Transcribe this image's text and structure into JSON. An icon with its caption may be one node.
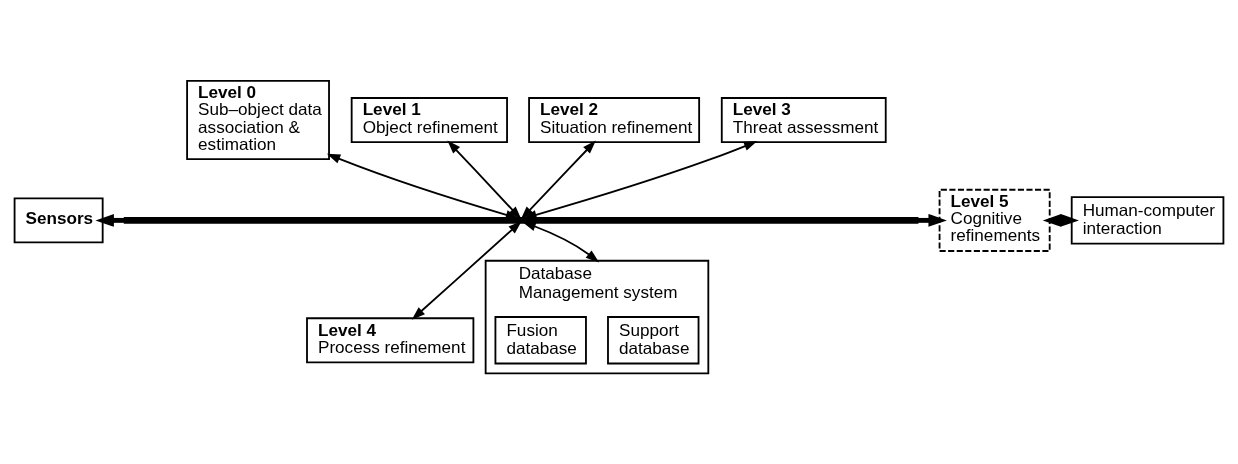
{
  "diagram": {
    "nodes": [
      {
        "text": [
          "Sensors"
        ]
      },
      {
        "text": [],
        "shape": "bar"
      },
      {
        "text": [
          "Level 0",
          "Sub–object data association & estimation"
        ]
      },
      {
        "text": [
          "Level 1",
          "Object refinement"
        ]
      },
      {
        "text": [
          "Level 2",
          "Situation refinement"
        ]
      },
      {
        "text": [
          "Level 3",
          "Threat assessment"
        ]
      },
      {
        "text": [
          "Level 4",
          "Process refinement"
        ]
      },
      {
        "text": [
          "Database Management system"
        ]
      },
      {
        "text": [
          "Support database"
        ],
        "in": 7
      },
      {
        "text": [
          "Fusion database"
        ],
        "in": 7
      },
      {
        "text": [
          "Level 5",
          "Cognitive refinements"
        ]
      },
      {
        "text": [
          "Human-computer interaction"
        ]
      }
    ],
    "edges": [
      {
        "from": 1,
        "to": 0,
        "arrow": "to",
        "style": "thick"
      },
      {
        "from": 1,
        "to": 10,
        "arrow": "to",
        "style": "thick"
      },
      {
        "from": 2,
        "to": 1,
        "arrow": "both"
      },
      {
        "from": 3,
        "to": 1,
        "arrow": "both"
      },
      {
        "from": 4,
        "to": 1,
        "arrow": "both"
      },
      {
        "from": 5,
        "to": 1,
        "arrow": "both"
      },
      {
        "from": 1,
        "to": 6,
        "arrow": "both"
      },
      {
        "from": 1,
        "to": 7,
        "arrow": "both"
      },
      {
        "from": 10,
        "to": 11,
        "arrow": "both",
        "style": "thick"
      }
    ]
  }
}
